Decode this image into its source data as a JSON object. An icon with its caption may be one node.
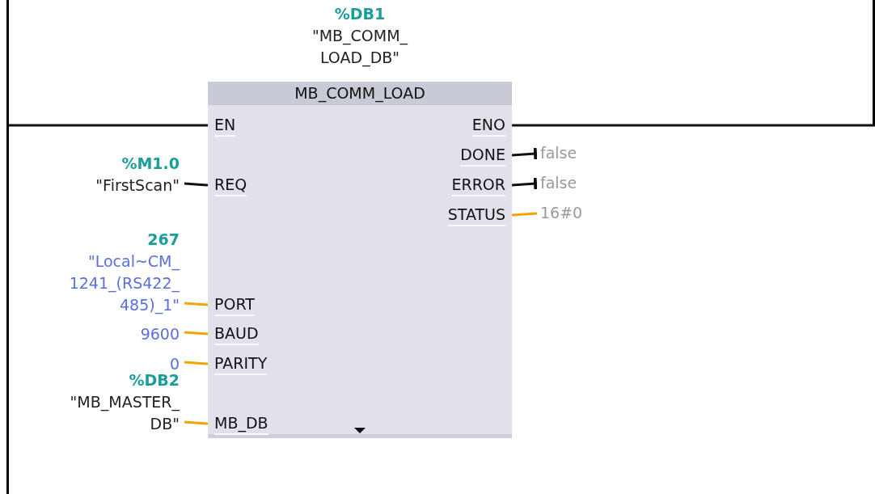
{
  "diagram": {
    "nodes": [
      {
        "text": [],
        "shape": "bar"
      },
      {
        "text": [
          "MB_COMM_LOAD"
        ],
        "beside": [
          "%DB1",
          "\"MB_COMM_LOAD_DB\""
        ]
      },
      {
        "text": [
          "EN"
        ],
        "in": 1
      },
      {
        "text": [
          "REQ"
        ],
        "in": 1
      },
      {
        "text": [
          "PORT"
        ],
        "in": 1
      },
      {
        "text": [
          "BAUD"
        ],
        "in": 1
      },
      {
        "text": [
          "PARITY"
        ],
        "in": 1
      },
      {
        "text": [
          "MB_DB"
        ],
        "in": 1
      },
      {
        "text": [
          "ENO"
        ],
        "in": 1
      },
      {
        "text": [
          "DONE"
        ],
        "in": 1
      },
      {
        "text": [
          "ERROR"
        ],
        "in": 1
      },
      {
        "text": [
          "STATUS"
        ],
        "in": 1
      },
      {
        "text": [
          "%M1.0",
          "\"FirstScan\""
        ]
      },
      {
        "text": [
          "267",
          "\"Local~CM_1241_(RS422_485)_1\""
        ]
      },
      {
        "text": [
          "9600"
        ]
      },
      {
        "text": [
          "0"
        ]
      },
      {
        "text": [
          "%DB2",
          "\"MB_MASTER_DB\""
        ]
      },
      {
        "text": [
          "false"
        ]
      },
      {
        "text": [
          "false"
        ]
      },
      {
        "text": [
          "16#0"
        ]
      }
    ],
    "edges": [
      {
        "from": 0,
        "to": 2,
        "arrow": "none"
      },
      {
        "from": 12,
        "to": 3,
        "arrow": "none"
      },
      {
        "from": 13,
        "to": 4,
        "arrow": "none",
        "color": "#f5a300"
      },
      {
        "from": 14,
        "to": 5,
        "arrow": "none",
        "color": "#f5a300"
      },
      {
        "from": 15,
        "to": 6,
        "arrow": "none",
        "color": "#f5a300"
      },
      {
        "from": 16,
        "to": 7,
        "arrow": "none",
        "color": "#f5a300"
      },
      {
        "from": 8,
        "to": null,
        "arrow": "none"
      },
      {
        "from": 9,
        "to": 17,
        "arrow": "other"
      },
      {
        "from": 10,
        "to": 18,
        "arrow": "other"
      },
      {
        "from": 11,
        "to": 19,
        "arrow": "none",
        "color": "#f5a300"
      }
    ]
  }
}
